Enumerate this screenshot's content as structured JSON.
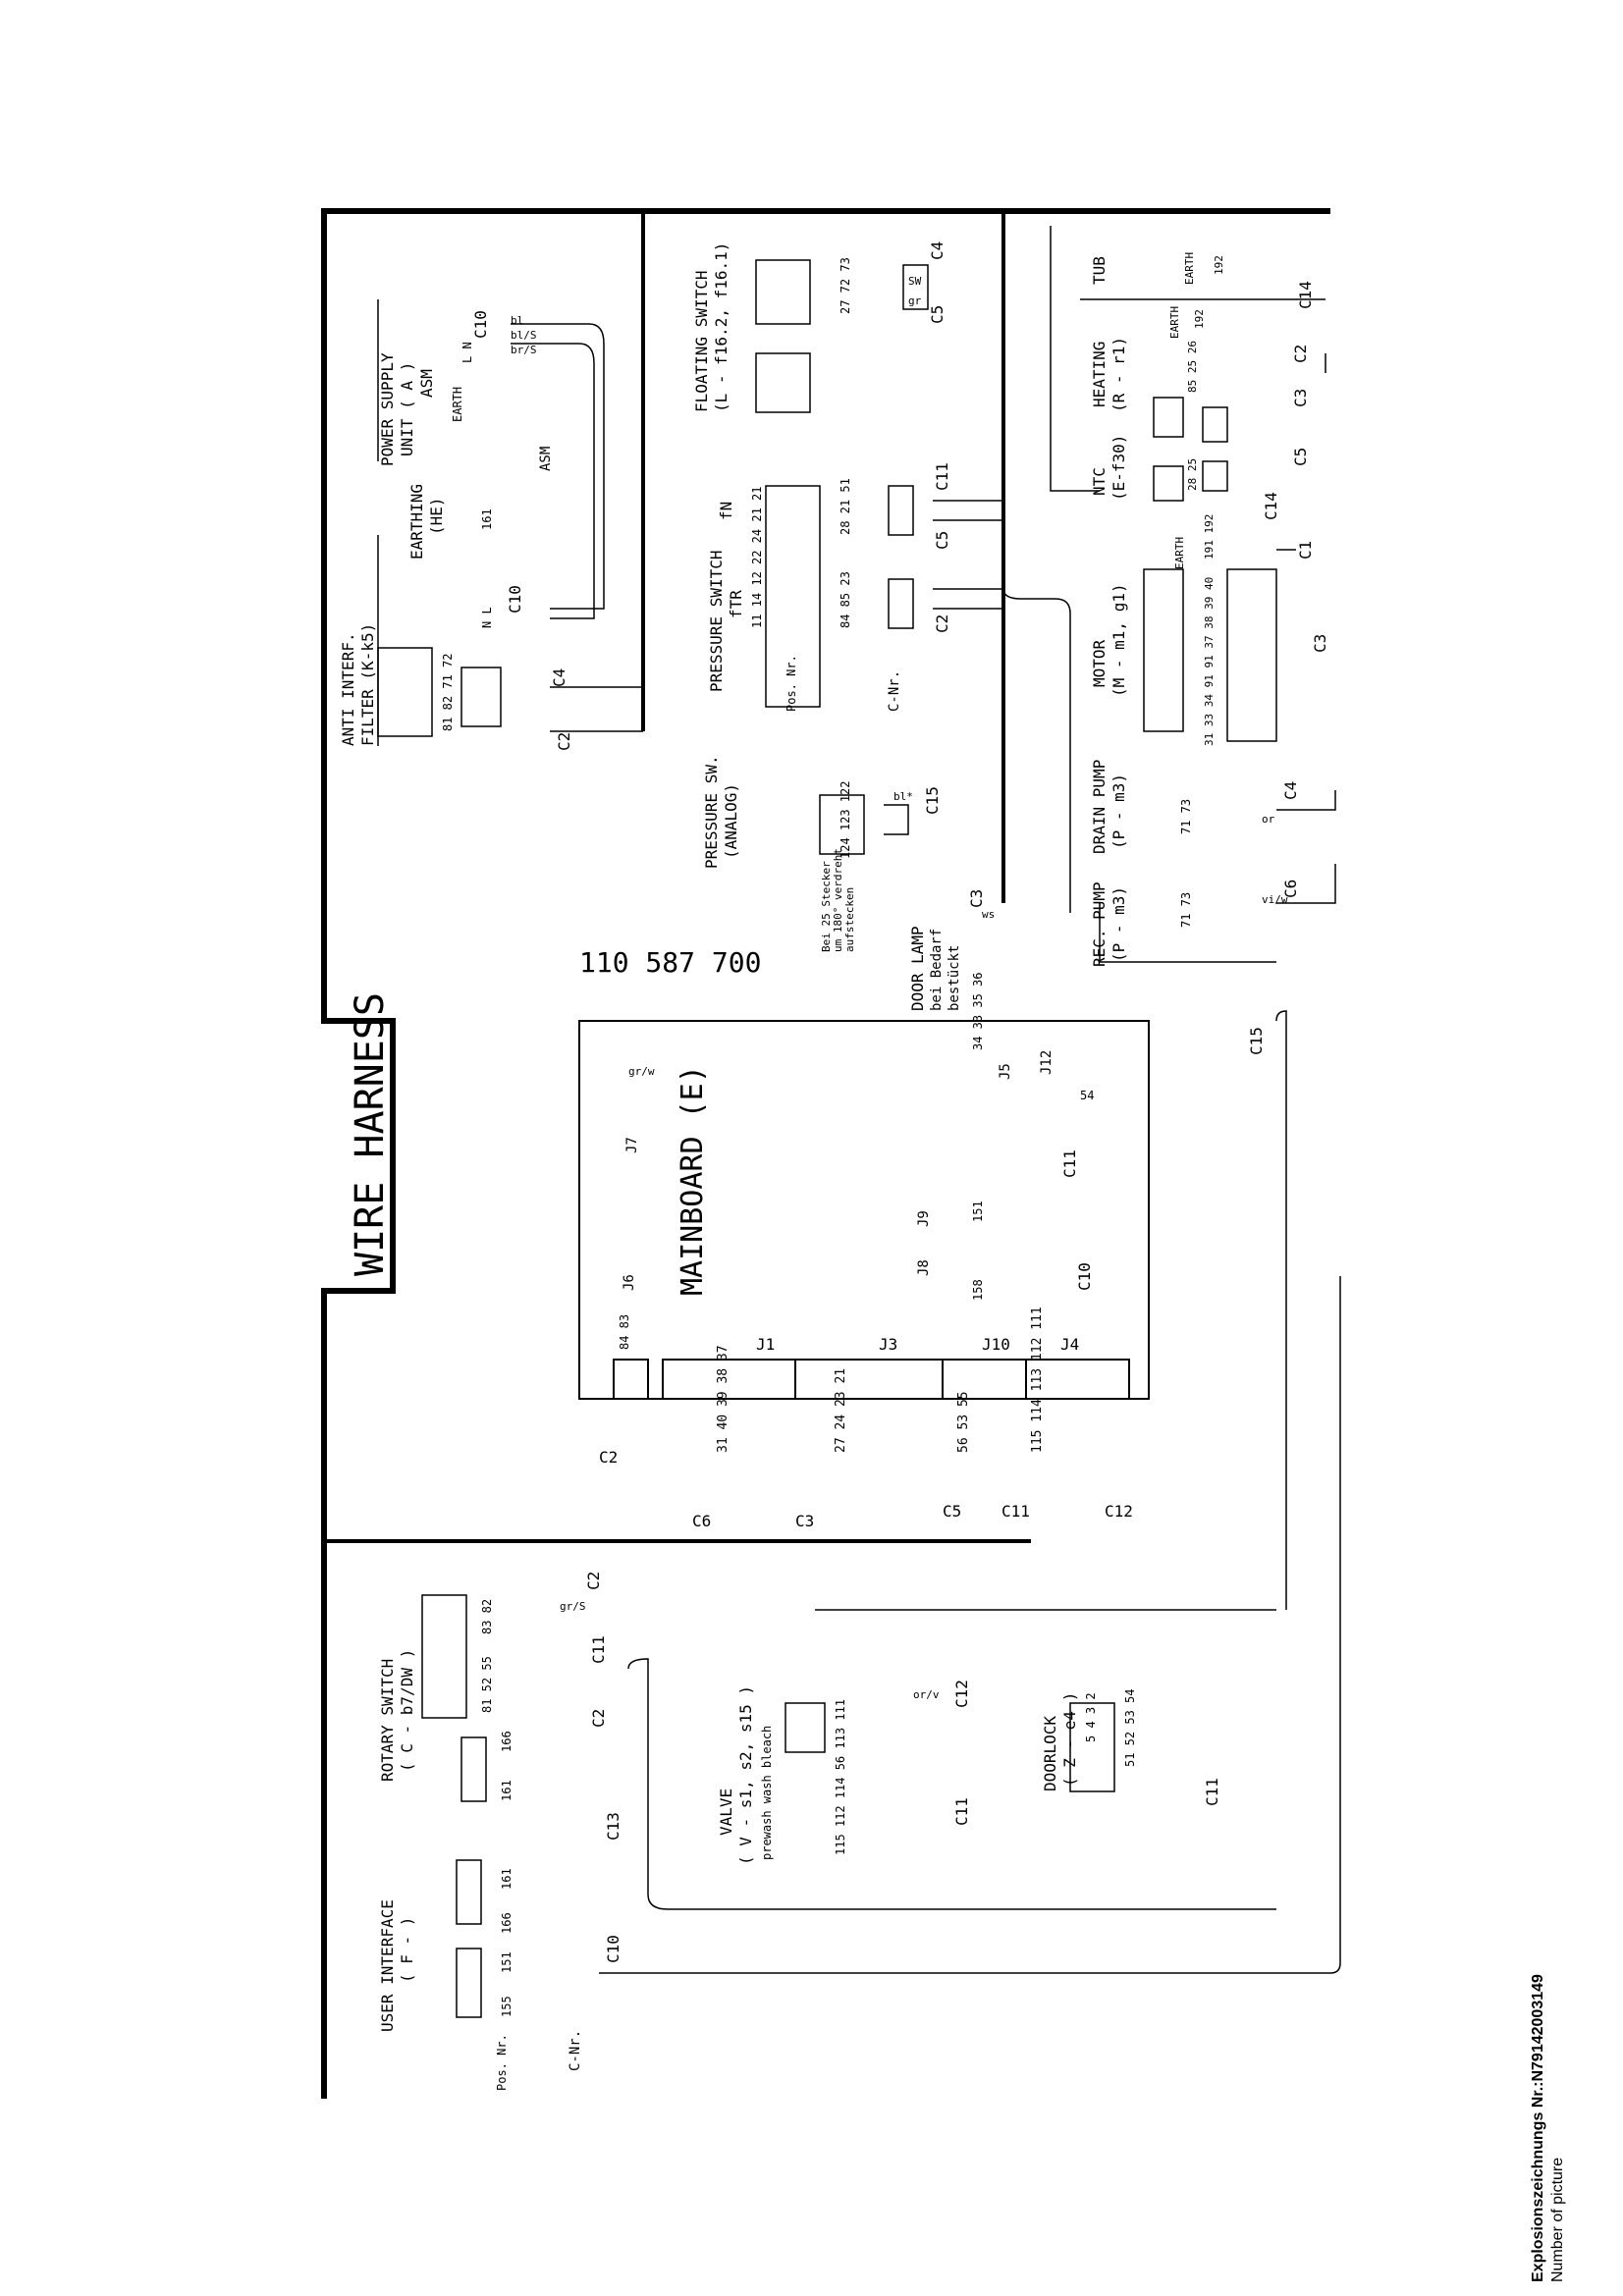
{
  "title": "WIRE HARNESS",
  "part_number": "110 587 700",
  "mainboard": {
    "label": "MAINBOARD (E)"
  },
  "footer": {
    "line1": "Explosionszeichnungs Nr.:N79142003149",
    "line2": "Number of picture"
  },
  "left_labels": {
    "pos_nr": "Pos. Nr.",
    "c_nr": "C-Nr."
  },
  "components": {
    "power_supply": {
      "name": "POWER SUPPLY",
      "sub1": "UNIT ( A )",
      "sub2": "ASM",
      "earth": "EARTH",
      "ln": "L  N",
      "asm": "ASM"
    },
    "earthing": {
      "name": "EARTHING",
      "code": "(HE)",
      "pos": "161"
    },
    "anti_interf": {
      "name": "ANTI INTERF.",
      "sub": "FILTER  (K-k5)",
      "pins": "81 82 71 72",
      "nl": "N  L"
    },
    "floating_switch": {
      "name": "FLOATING SWITCH",
      "code": "(L - f16.2, f16.1)",
      "pins": "27 72 73"
    },
    "pressure_switch": {
      "name": "PRESSURE SWITCH",
      "fn": "fN",
      "ftr": "fTR",
      "pins_top": "22 24 21 21",
      "pins_bot": "11 14 12",
      "pins_c": "84 85 23",
      "pins_d": "28 21 51"
    },
    "pressure_sw_analog": {
      "name": "PRESSURE SW.",
      "sub": "(ANALOG)",
      "pins": "124  123  122",
      "note1": "Bei 25 Stecker",
      "note2": "um 180° verdreht",
      "note3": "aufstecken"
    },
    "door_lamp": {
      "name": "DOOR LAMP",
      "sub1": "bei Bedarf",
      "sub2": "bestückt",
      "pins": "34 33 35 36"
    },
    "tub": {
      "name": "TUB",
      "earth": "EARTH",
      "pos": "192"
    },
    "heating": {
      "name": "HEATING",
      "code": "(R - r1)",
      "earth": "EARTH",
      "pos": "192",
      "pins": "85 25 26"
    },
    "ntc": {
      "name": "NTC",
      "code": "(E-f30)",
      "pins": "28 25"
    },
    "motor": {
      "name": "MOTOR",
      "code": "(M - m1, g1)",
      "earth": "EARTH",
      "pins": "31  33 34 91 91 37 38 39 40",
      "top": "191 192"
    },
    "drain_pump": {
      "name": "DRAIN PUMP",
      "code": "(P - m3)",
      "pins": "71 73"
    },
    "rec_pump": {
      "name": "REC. PUMP",
      "code": "(P - m3)",
      "pins": "71 73"
    },
    "rotary_switch": {
      "name": "ROTARY SWITCH",
      "code": "( C - b7/DW )",
      "pins_a": "83 82",
      "pins_b": "81 52 55",
      "pins_c": "166",
      "pins_d": "161"
    },
    "user_interface": {
      "name": "USER INTERFACE",
      "code": "( F - )",
      "pins_a": "161",
      "pins_b": "166",
      "pins_c": "151",
      "pins_d": "155"
    },
    "valve": {
      "name": "VALVE",
      "code": "( V - s1, s2, s15 )",
      "sub": "prewash  wash  bleach",
      "pins": "115 112 114 56 113 111"
    },
    "doorlock": {
      "name": "DOORLOCK",
      "code": "( Z - e4 )",
      "pins": "5 4 3 2",
      "pins_b": "51 52 53 54"
    }
  },
  "connectors": {
    "J1": "J1",
    "J3": "J3",
    "J10": "J10",
    "J4": "J4",
    "J5": "J5",
    "J7": "J7",
    "J8": "J8",
    "J9": "J9",
    "J12": "J12",
    "J6": "J6",
    "j1_pins": "31 40 39 38 37",
    "j3_pins": "27  24 23 21",
    "j10_pins": "56 53 55",
    "j4_pins": "115 114 113 112 111",
    "j8_pins": "158",
    "j9_pins": "151",
    "j12_pins": "54",
    "b_pins": "84 83"
  },
  "cable_labels": [
    "C1",
    "C2",
    "C3",
    "C4",
    "C5",
    "C6",
    "C10",
    "C11",
    "C12",
    "C13",
    "C14",
    "C15"
  ],
  "wire_colors": [
    "or",
    "bl/S",
    "br/S",
    "gr/S",
    "SW",
    "bl*",
    "vi/w",
    "gr",
    "or/v",
    "ws",
    "gr/w",
    "bl"
  ]
}
